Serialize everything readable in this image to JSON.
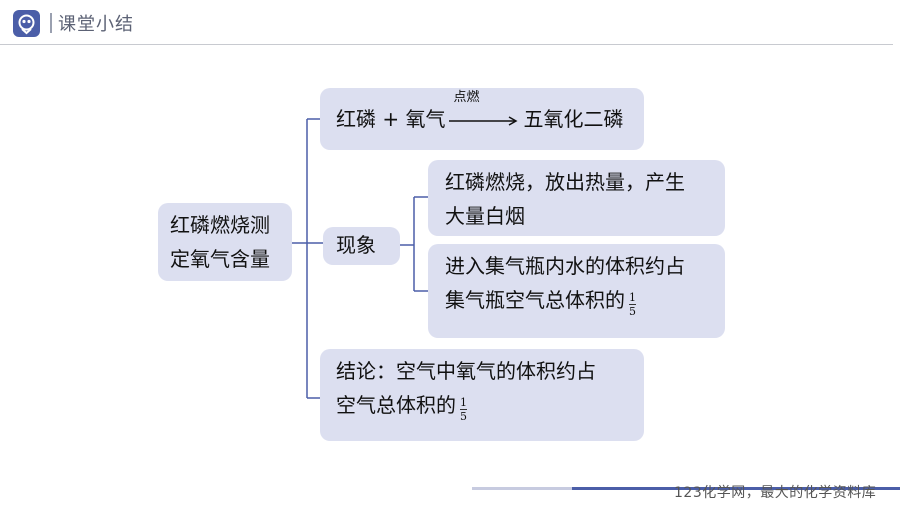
{
  "header": {
    "logo_icon": "owl-logo-icon",
    "title": "课堂小结",
    "accent_color": "#4b5ea8"
  },
  "mindmap": {
    "root": [
      "红磷燃烧测",
      "定氧气含量"
    ],
    "equation": {
      "left": "红磷 + 氧气",
      "condition": "点燃",
      "right": "五氧化二磷"
    },
    "phenomenon": {
      "label": "现象",
      "observation_1": [
        "红磷燃烧，放出热量，产生",
        "大量白烟"
      ],
      "observation_2": [
        "进入集气瓶内水的体积约占",
        "集气瓶空气总体积的"
      ],
      "fraction": {
        "numerator": "1",
        "denominator": "5"
      }
    },
    "conclusion": {
      "lines": [
        "结论：空气中氧气的体积约占",
        "空气总体积的"
      ],
      "fraction": {
        "numerator": "1",
        "denominator": "5"
      }
    },
    "node_color": "#dcdff0",
    "connector_color": "#4b5ea8"
  },
  "footer": {
    "watermark": "123化学网，最大的化学资料库"
  }
}
